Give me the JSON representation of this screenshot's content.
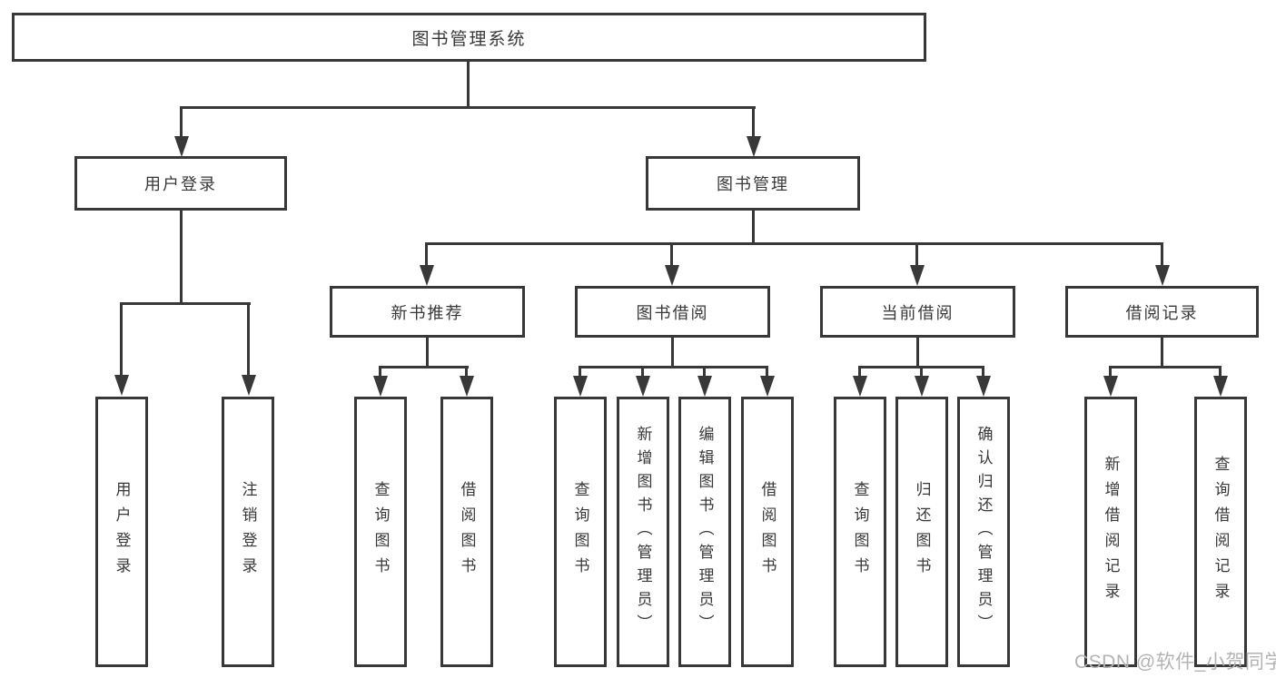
{
  "diagram": {
    "title": "图书管理系统",
    "branches": [
      {
        "label": "用户登录",
        "children": [
          "用户登录",
          "注销登录"
        ]
      },
      {
        "label": "图书管理",
        "sections": [
          {
            "label": "新书推荐",
            "children": [
              "查询图书",
              "借阅图书"
            ]
          },
          {
            "label": "图书借阅",
            "children": [
              "查询图书",
              "新增图书（管理员）",
              "编辑图书（管理员）",
              "借阅图书"
            ]
          },
          {
            "label": "当前借阅",
            "children": [
              "查询图书",
              "归还图书",
              "确认归还（管理员）"
            ]
          },
          {
            "label": "借阅记录",
            "children": [
              "新增借阅记录",
              "查询借阅记录"
            ]
          }
        ]
      }
    ]
  },
  "watermark": "CSDN @软件_小贺同学",
  "colors": {
    "line": "#383838",
    "text": "#383838",
    "watermark": "#b3b3b3",
    "background": "#ffffff"
  }
}
